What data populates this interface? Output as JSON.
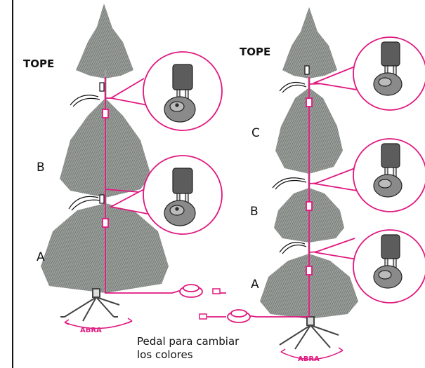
{
  "labels": {
    "tope_left": "TOPE",
    "tope_right": "TOPE",
    "b_left": "B",
    "a_left": "A",
    "c_right": "C",
    "b_right": "B",
    "a_right": "A",
    "pedal_line1": "Pedal para cambiar",
    "pedal_line2": "los colores",
    "abra_left": "ABRA",
    "abra_right": "ABRA"
  },
  "colors": {
    "wire": "#e0187f",
    "tree": "#8a8e8a",
    "outline": "#222222"
  }
}
